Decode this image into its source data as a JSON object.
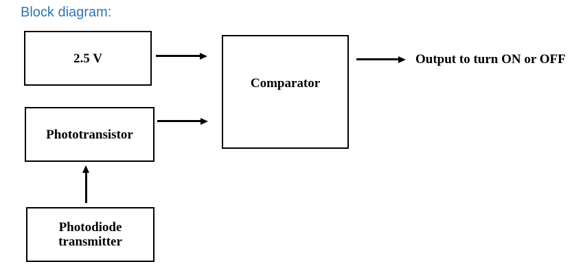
{
  "page": {
    "background_color": "#ffffff",
    "line_color": "#000000",
    "title_color": "#2E74B5"
  },
  "title": {
    "text": "Block diagram:"
  },
  "diagram": {
    "blocks": [
      {
        "id": "voltage-reference",
        "label": "2.5 V"
      },
      {
        "id": "phototransistor",
        "label": "Phototransistor"
      },
      {
        "id": "photodiode-transmitter",
        "label": "Photodiode\ntransmitter"
      },
      {
        "id": "comparator",
        "label": "Comparator"
      }
    ],
    "output_text": "Output to turn ON or OFF",
    "connections": [
      {
        "from": "2.5 V",
        "to": "Comparator",
        "direction": "right"
      },
      {
        "from": "Phototransistor",
        "to": "Comparator",
        "direction": "right"
      },
      {
        "from": "Photodiode transmitter",
        "to": "Phototransistor",
        "direction": "up"
      },
      {
        "from": "Comparator",
        "to": "Output to turn ON or OFF",
        "direction": "right"
      }
    ]
  }
}
